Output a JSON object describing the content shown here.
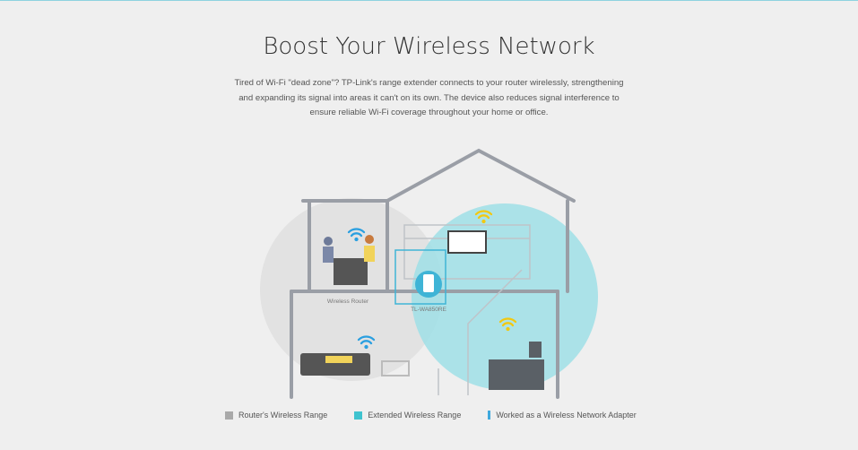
{
  "header": {
    "title": "Boost Your Wireless Network",
    "description": "Tired of Wi-Fi \"dead zone\"? TP-Link's range extender connects to your router wirelessly, strengthening and expanding its signal into areas it can't on its own. The device also reduces signal interference to ensure reliable Wi-Fi coverage throughout your home or office."
  },
  "illustration": {
    "router_label": "Wireless Router",
    "extender_label": "TL-WA850RE"
  },
  "legend": [
    {
      "label": "Router's Wireless Range",
      "color": "#a9a9a9"
    },
    {
      "label": "Extended Wireless Range",
      "color": "#3fc3cf"
    },
    {
      "label": "Worked as a Wireless Network Adapter",
      "color": "#3fa9dd"
    }
  ]
}
